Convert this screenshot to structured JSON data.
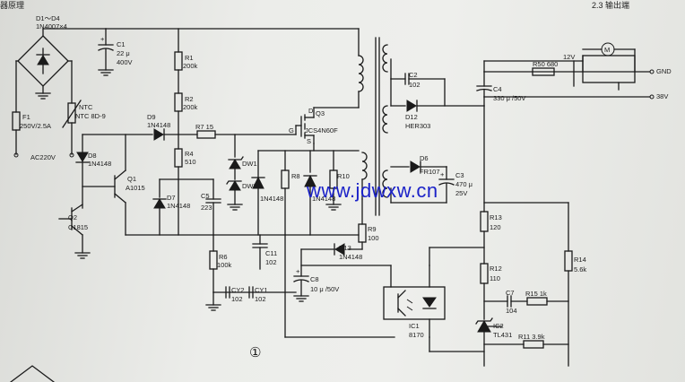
{
  "page_header": {
    "left_fragment": "器原理",
    "right_fragment": "2.3 输出端"
  },
  "labels": {
    "bridge_ref": "D1～D4",
    "bridge_part": "1N4007×4",
    "c1_ref": "C1",
    "c1_val1": "22 μ",
    "c1_val2": "400V",
    "r1_ref": "R1",
    "r1_val": "200k",
    "r2_ref": "R2",
    "r2_val": "200k",
    "f1_ref": "F1",
    "f1_val": "250V/2.5A",
    "ntc_ref": "NTC",
    "ntc_val": "NTC 8D-9",
    "ac_in": "AC220V",
    "d9_ref": "D9",
    "d9_val": "1N4148",
    "r7": "R7 15",
    "r4_ref": "R4",
    "r4_val": "510",
    "q3_ref": "Q3",
    "q3_part": "JCS4N60F",
    "q3_d": "D",
    "q3_g": "G",
    "q3_s": "S",
    "dw1": "DW1",
    "dw2": "DW2",
    "d8_ref": "D8",
    "d8_val": "1N4148",
    "q1_ref": "Q1",
    "q1_part": "A1015",
    "q2_ref": "Q2",
    "q2_part": "C1815",
    "d7_ref": "D7",
    "d7_val": "1N4148",
    "c5_ref": "C5",
    "c5_val": "223",
    "r8": "R8",
    "r10": "R10",
    "d_left_val": "1N4148",
    "d_right_val": "1N4148",
    "r6_ref": "R6",
    "r6_val": "100k",
    "c11_ref": "C11",
    "c11_val": "102",
    "cy2_ref": "CY2",
    "cy2_val": "102",
    "cy1_ref": "CY1",
    "cy1_val": "102",
    "r9_ref": "R9",
    "r9_val": "100",
    "d13_ref": "D13",
    "d13_val": "1N4148",
    "c8_ref": "C8",
    "c8_val": "10 μ /50V",
    "c2_ref": "C2",
    "c2_val": "102",
    "d12_ref": "D12",
    "d12_part": "HER303",
    "c4_ref": "C4",
    "c4_val": "330 μ /50V",
    "r50": "R50 680",
    "v12": "12V",
    "fan": "M",
    "gnd": "GND",
    "v38": "38V",
    "d6_ref": "D6",
    "d6_part": "FR107",
    "c3_ref": "C3",
    "c3_val1": "470 μ",
    "c3_val2": "25V",
    "r13_ref": "R13",
    "r13_val": "120",
    "r14_ref": "R14",
    "r14_val": "5.6k",
    "r12_ref": "R12",
    "r12_val": "110",
    "c7_ref": "C7",
    "c7_val": "104",
    "r15": "R15 1k",
    "ic1_ref": "IC1",
    "ic1_part": "8170",
    "ic2_ref": "IC2",
    "ic2_part": "TL431",
    "r11": "R11 3.9k",
    "figure_number": "①"
  },
  "watermark": "www.jdwxw.cn"
}
